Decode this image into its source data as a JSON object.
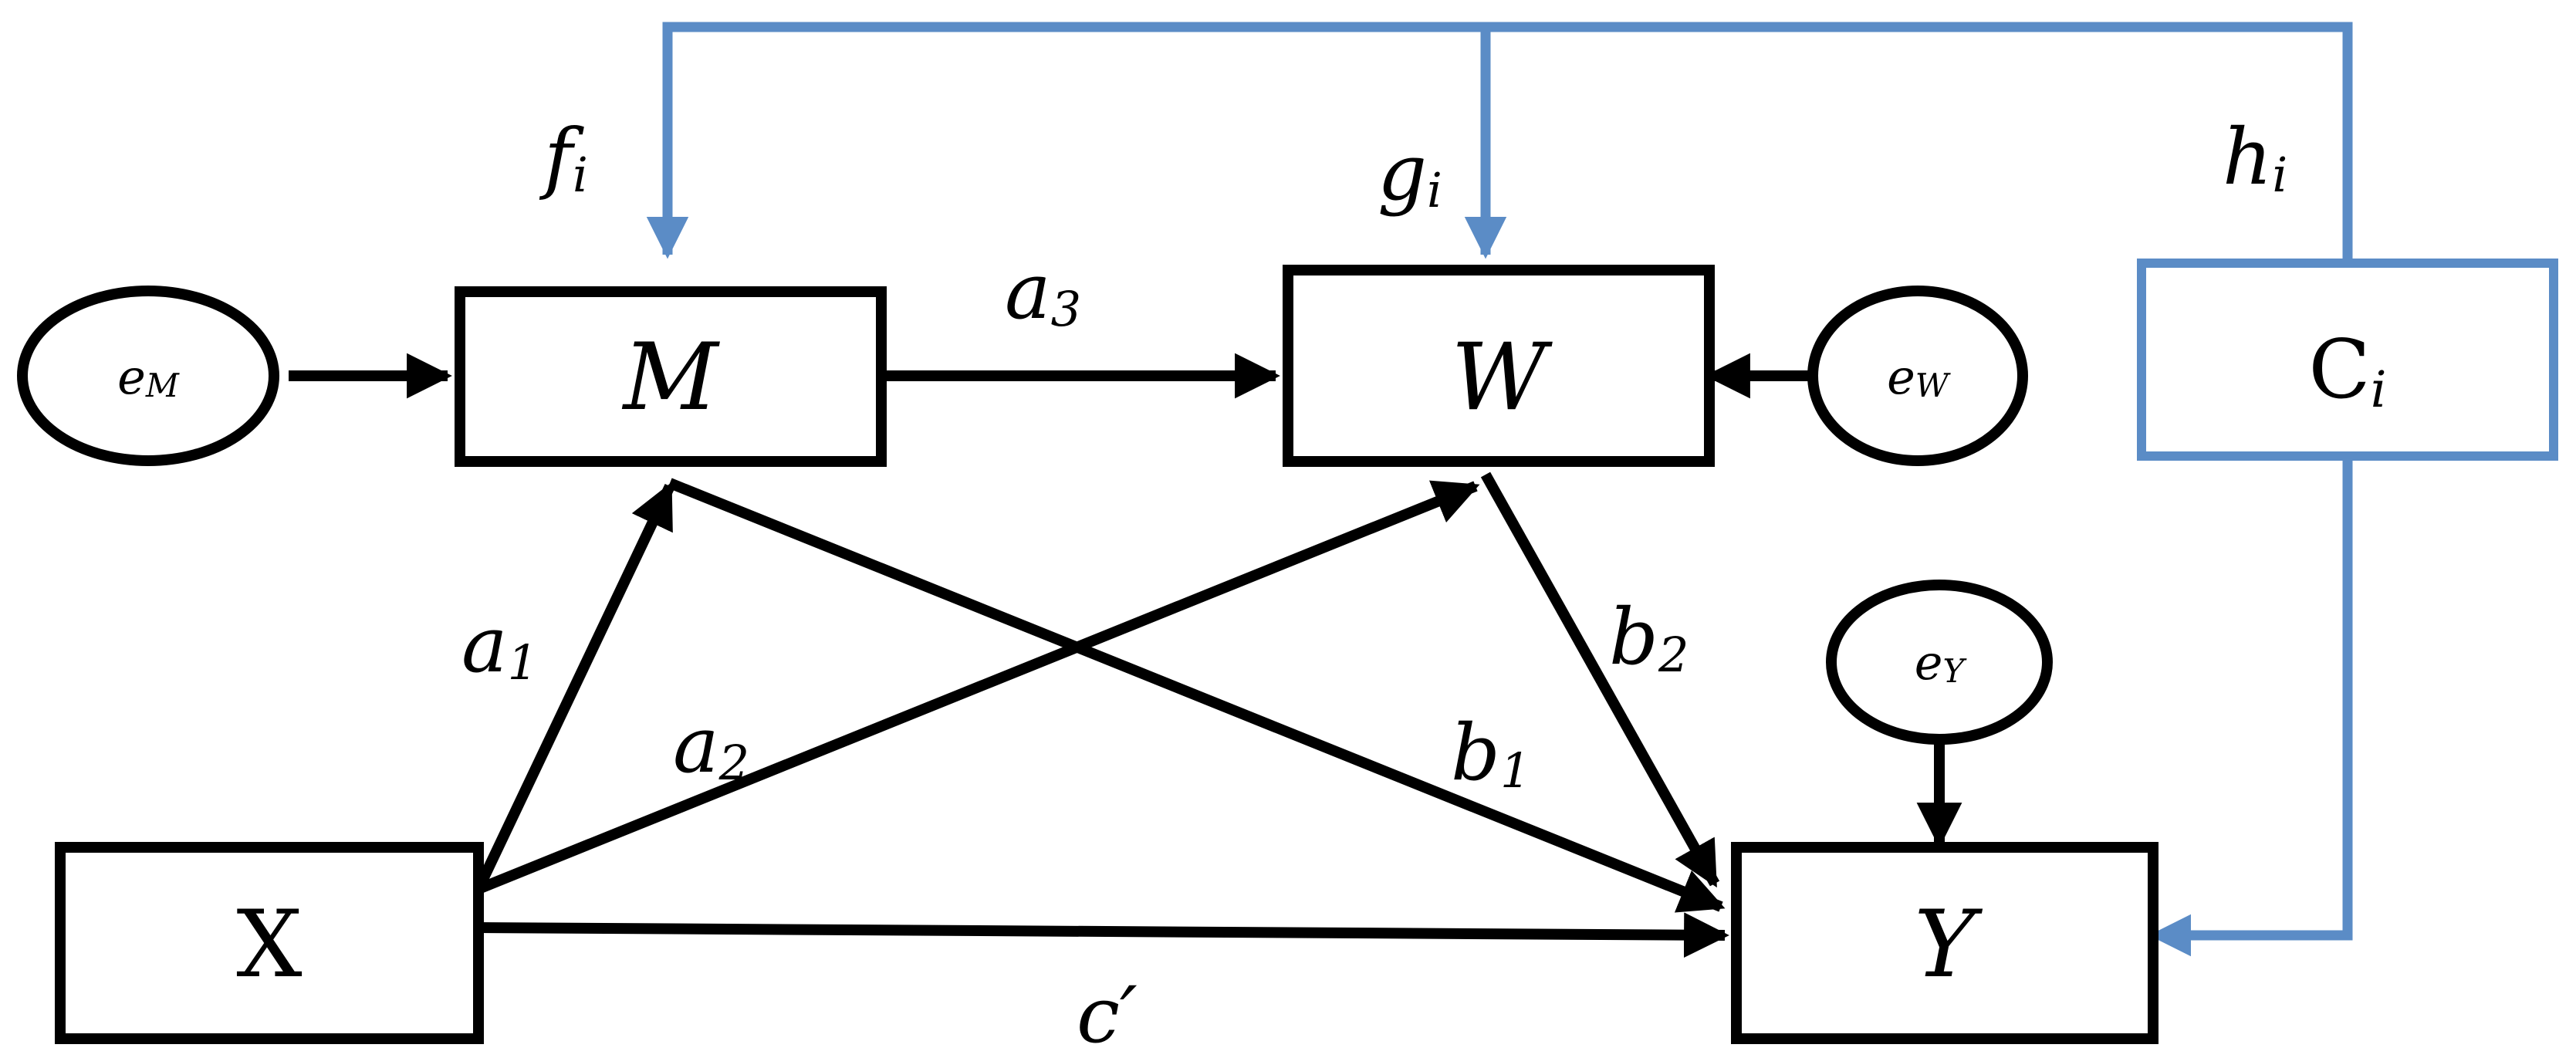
{
  "colors": {
    "black": "#000000",
    "control_blue": "#5B8CC6",
    "background": "#ffffff"
  },
  "nodes": {
    "M": {
      "main": "M",
      "sub": ""
    },
    "W": {
      "main": "W",
      "sub": ""
    },
    "X": {
      "main": "X",
      "sub": ""
    },
    "Y": {
      "main": "Y",
      "sub": ""
    },
    "C": {
      "main": "C",
      "sub": "i"
    }
  },
  "errors": {
    "eM": {
      "main": "e",
      "sub": "M"
    },
    "eW": {
      "main": "e",
      "sub": "W"
    },
    "eY": {
      "main": "e",
      "sub": "Y"
    }
  },
  "paths": {
    "a1": {
      "main": "a",
      "sub": "1"
    },
    "a2": {
      "main": "a",
      "sub": "2"
    },
    "a3": {
      "main": "a",
      "sub": "3"
    },
    "b1": {
      "main": "b",
      "sub": "1"
    },
    "b2": {
      "main": "b",
      "sub": "2"
    },
    "c_prime": {
      "main": "c′",
      "sub": ""
    },
    "f": {
      "main": "f",
      "sub": "i"
    },
    "g": {
      "main": "g",
      "sub": "i"
    },
    "h": {
      "main": "h",
      "sub": "i"
    }
  }
}
